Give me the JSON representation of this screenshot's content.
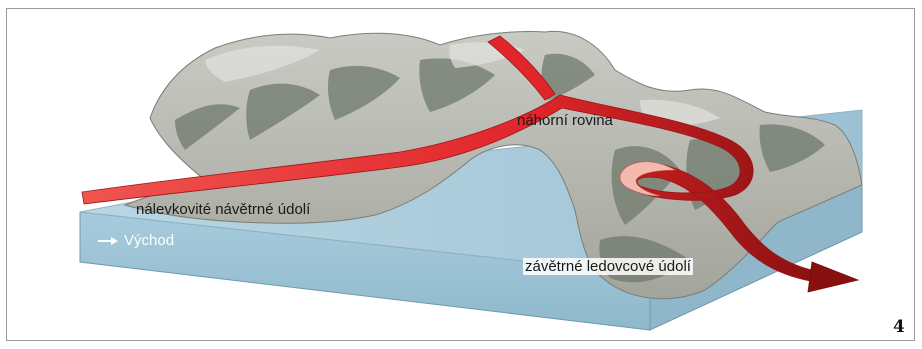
{
  "labels": {
    "plateau": "náhorní rovina",
    "funnel_valley": "nálevkovité návětrné údolí",
    "lee_valley": "závětrné ledovcové údolí",
    "direction": "Východ"
  },
  "figure_number": "4",
  "colors": {
    "water": "#9fc4d6",
    "water_dark": "#7fa9be",
    "terrain": "#a9aaa3",
    "terrain_dark": "#6f7a6c",
    "arrow": "#e5262a",
    "arrow_light": "#f6b9ae"
  }
}
